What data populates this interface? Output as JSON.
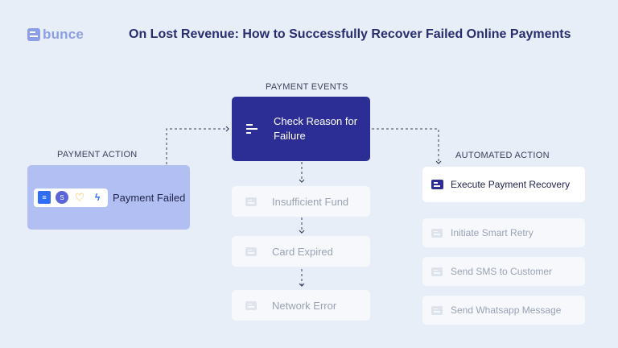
{
  "header": {
    "logo_text": "bunce",
    "title": "On Lost Revenue: How to Successfully Recover Failed Online Payments"
  },
  "sections": {
    "payment_events": "PAYMENT EVENTS",
    "payment_action": "PAYMENT ACTION",
    "automated_action": "AUTOMATED ACTION"
  },
  "event": {
    "label": "Check Reason for Failure"
  },
  "action": {
    "label": "Payment Failed"
  },
  "reasons": [
    {
      "label": "Insufficient Fund"
    },
    {
      "label": "Card Expired"
    },
    {
      "label": "Network Error"
    }
  ],
  "automated": {
    "primary": "Execute Payment Recovery",
    "items": [
      {
        "label": "Initiate Smart Retry"
      },
      {
        "label": "Send SMS to Customer"
      },
      {
        "label": "Send Whatsapp Message"
      }
    ]
  },
  "colors": {
    "background": "#e8eef7",
    "primary": "#2d2e95",
    "action_fill": "#b1bff2",
    "logo": "#8b9ee6"
  }
}
